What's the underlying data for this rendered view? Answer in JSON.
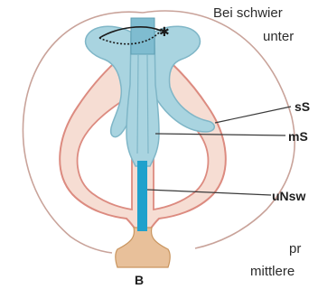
{
  "text_top_line1": "Bei schwier",
  "text_top_line2": "unter",
  "text_bottom_line1": "pr",
  "text_bottom_line2": "mittlere",
  "labels": {
    "ss": "sS",
    "ms": "mS",
    "unsw": "uNsw",
    "b": "B"
  },
  "colors": {
    "outline": "#c9a39a",
    "skin_fill": "#f6ddd3",
    "skin_stroke": "#dc8b80",
    "cartilage_fill": "#a9d4e0",
    "cartilage_stroke": "#7fb6c7",
    "septum_fill": "#7fbcd0",
    "septum_bar": "#1fa1cc",
    "bone_fill": "#e8c09a",
    "arc": "#1b1b1b"
  }
}
